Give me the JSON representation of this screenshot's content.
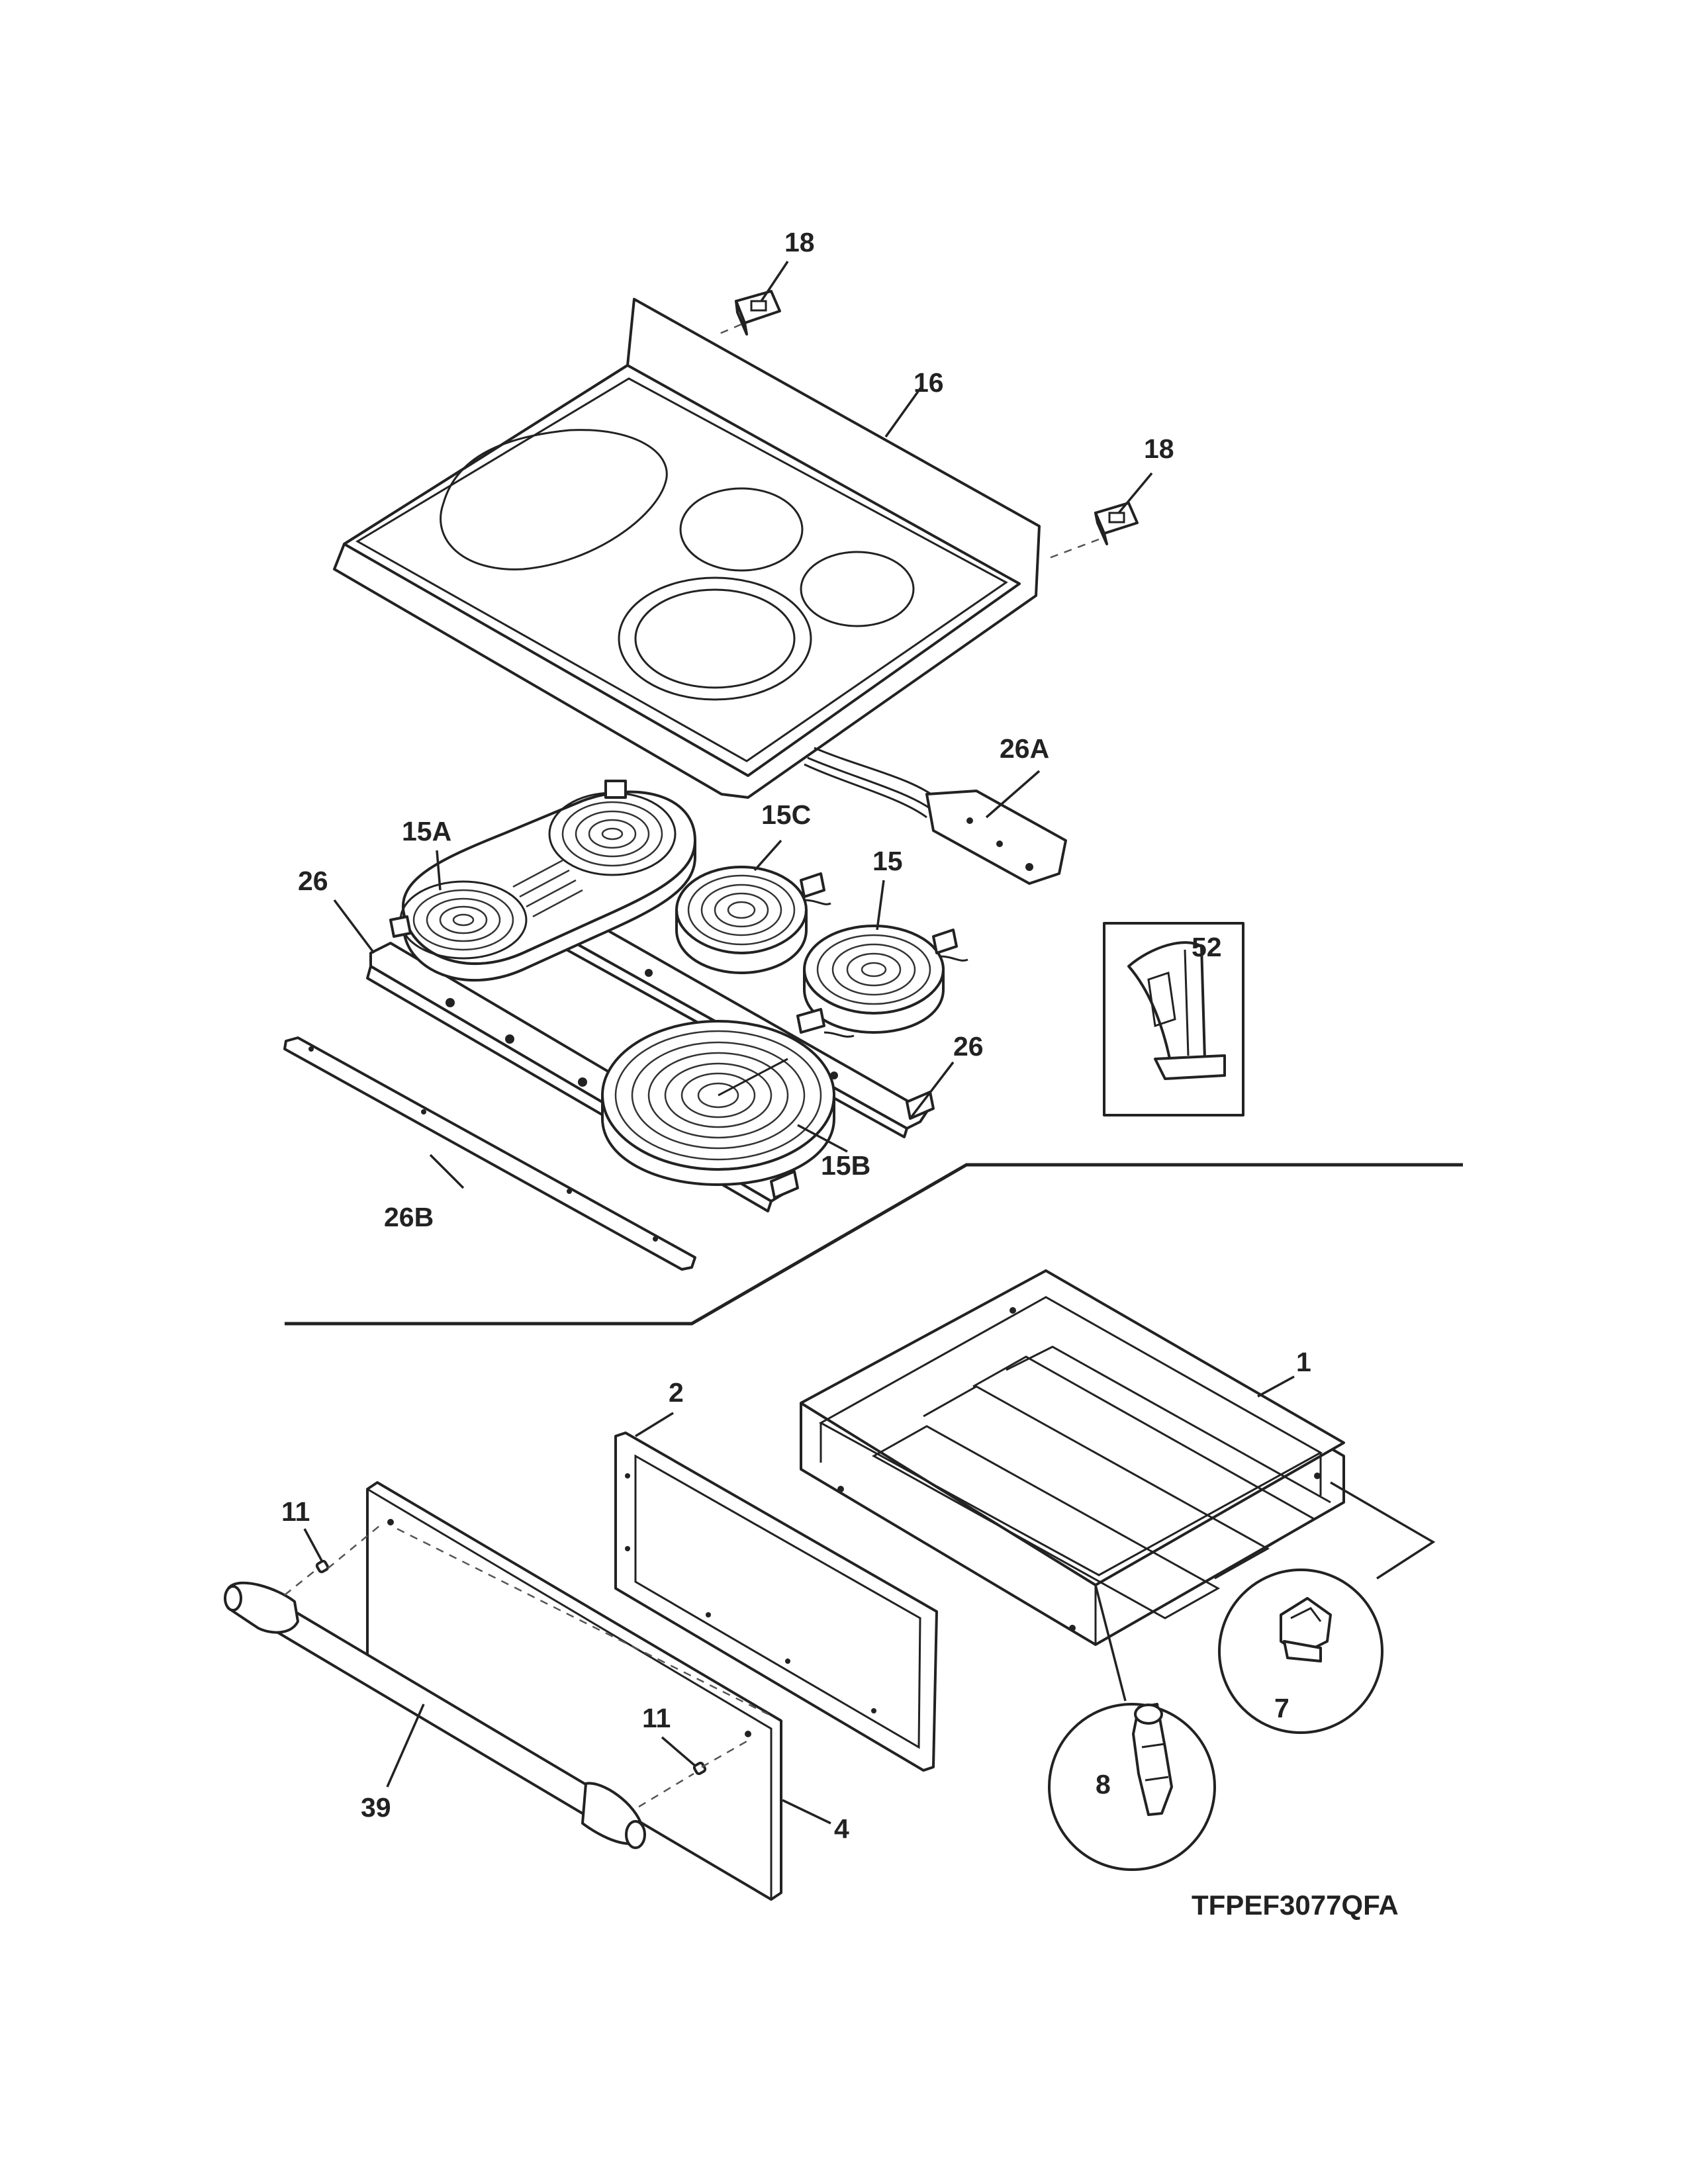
{
  "diagram": {
    "model_code": "TFPEF3077QFA",
    "callouts": {
      "bracket_left": "18",
      "bracket_right": "18",
      "cooktop": "16",
      "harness": "26A",
      "element_dual_oval": "15A",
      "element_small": "15C",
      "element_medium": "15",
      "element_large": "15B",
      "support_left": "26",
      "support_right": "26",
      "front_rail": "26B",
      "clip_inset": "52",
      "drawer_body": "1",
      "drawer_liner": "2",
      "drawer_front": "4",
      "handle": "39",
      "screw_top": "11",
      "screw_bottom": "11",
      "roller_clip": "7",
      "slide_roller": "8"
    }
  }
}
